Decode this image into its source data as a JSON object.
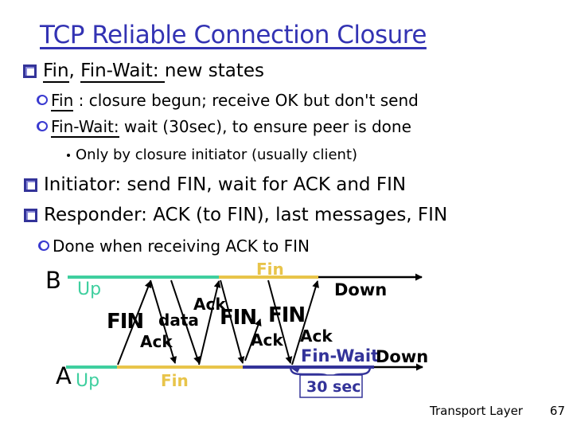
{
  "slide": {
    "title": "TCP Reliable Connection Closure",
    "bullets": [
      {
        "level": 1,
        "segments": [
          "Fin",
          ", ",
          "Fin-Wait: ",
          "new states"
        ]
      },
      {
        "level": 2,
        "segments": [
          "Fin",
          " : closure begun; receive OK but don't send"
        ]
      },
      {
        "level": 2,
        "segments": [
          "Fin-Wait:",
          " wait (30sec), to ensure peer is done"
        ]
      },
      {
        "level": 3,
        "segments": [
          "Only by closure initiator (usually client)"
        ]
      },
      {
        "level": 1,
        "segments": [
          "Initiator: send FIN, wait for ACK and FIN"
        ]
      },
      {
        "level": 1,
        "segments": [
          "Responder: ACK (to FIN), last messages, FIN"
        ]
      },
      {
        "level": 2,
        "segments": [
          "Done when receiving ACK to FIN"
        ]
      }
    ],
    "footer": {
      "section": "Transport Layer",
      "page_number": "67"
    }
  },
  "diagram": {
    "host_top": "B",
    "host_bottom": "A",
    "timeline_top": {
      "up": "Up",
      "fin": "Fin",
      "down": "Down"
    },
    "timeline_bottom": {
      "up": "Up",
      "fin": "Fin",
      "fin_wait": "Fin-Wait",
      "down": "Down",
      "timer": "30 sec"
    },
    "messages": [
      "FIN",
      "Ack",
      "data",
      "Ack",
      "FIN",
      "Ack",
      "FIN",
      "Ack"
    ]
  },
  "colors": {
    "title_blue": "#3333b3",
    "bullet_navy": "#333399",
    "up_state_green": "#3fcf9f",
    "fin_state_gold": "#e8c44a",
    "fin_wait_navy": "#333399",
    "text_black": "#000000"
  }
}
